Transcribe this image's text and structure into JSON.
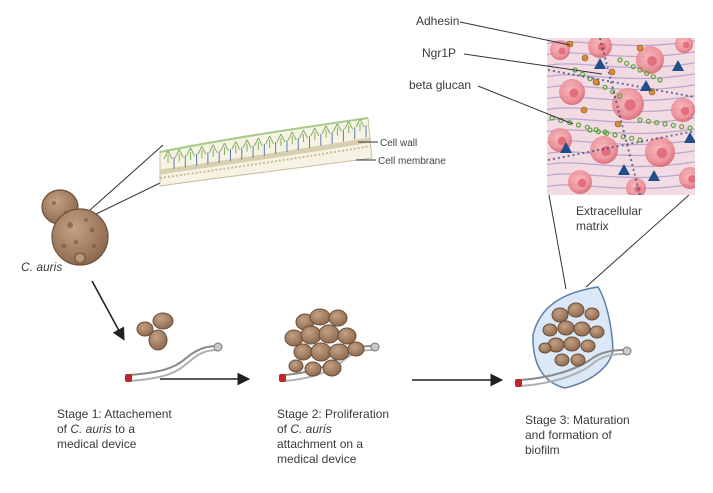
{
  "organism": {
    "name": "C. auris"
  },
  "membrane_labels": {
    "cell_wall": "Cell wall",
    "cell_membrane": "Cell membrane"
  },
  "matrix": {
    "labels": {
      "adhesin": "Adhesin",
      "ngr1p": "Ngr1P",
      "beta_glucan": "beta glucan"
    },
    "title_line1": "Extracellular",
    "title_line2": "matrix"
  },
  "stages": {
    "stage1": {
      "line1": "Stage 1: Attachement",
      "line2_pre": "of ",
      "line2_em": "C. auris",
      "line2_post": " to a",
      "line3": "medical device"
    },
    "stage2": {
      "line1": "Stage 2: Proliferation",
      "line2_pre": "of ",
      "line2_em": "C. auris",
      "line3": "attachment on a",
      "line4": "medical device"
    },
    "stage3": {
      "line1": "Stage 3: Maturation",
      "line2": "and formation of",
      "line3": "biofilm"
    }
  },
  "colors": {
    "cell_fill": "#a8856a",
    "cell_stroke": "#6d4f3a",
    "cell_spot": "#7c5a43",
    "biofilm_fill": "#dbe8f7",
    "biofilm_stroke": "#5b7ea8",
    "matrix_bg": "#f3dbe4",
    "matrix_cell": "#ef8c94",
    "matrix_triangle": "#1f4e8a",
    "glucan": "#5aa33a",
    "arrow": "#222222",
    "catheter_tip": "#c0262b"
  },
  "icons": [
    "yeast-cell-icon",
    "catheter-icon",
    "arrow-icon",
    "triangle-ngr1p-icon"
  ]
}
